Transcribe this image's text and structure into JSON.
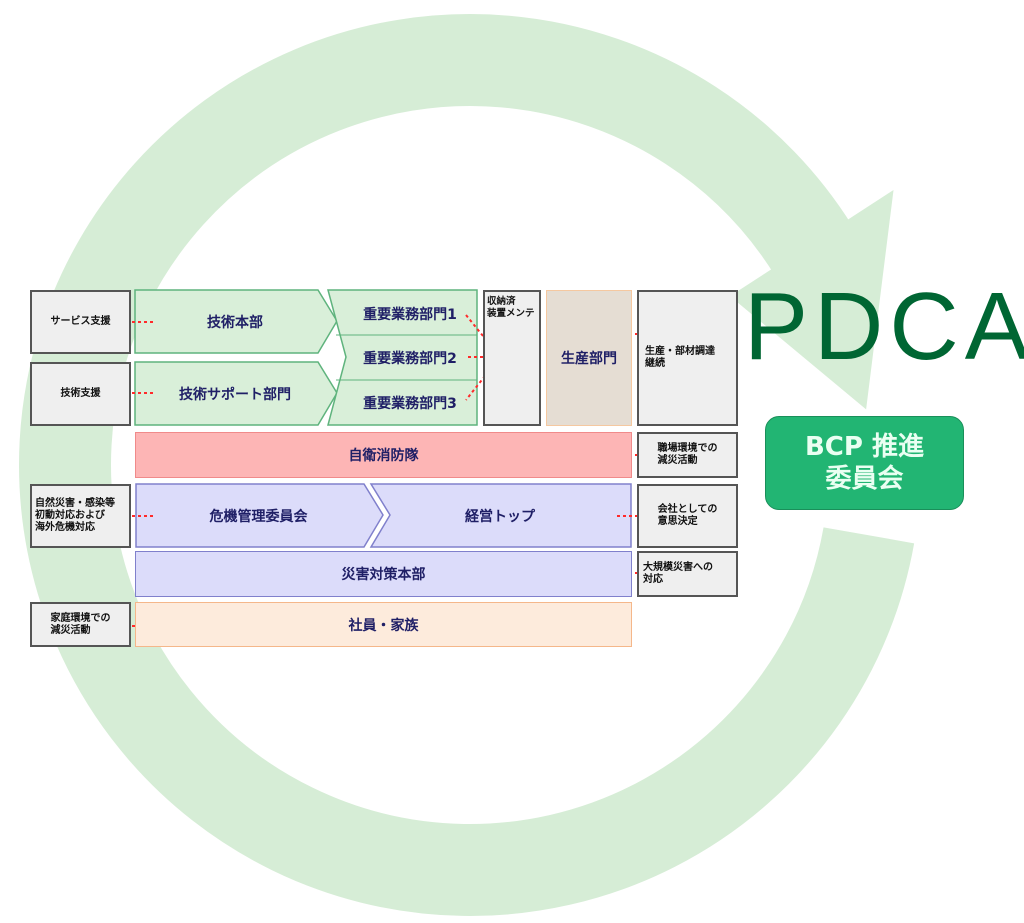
{
  "title": "PDCA",
  "committee": {
    "line1": "BCP 推進",
    "line2": "委員会"
  },
  "colors": {
    "ring": "#d6edd6",
    "pdca": "#006633",
    "committee": "#22b573",
    "green_box": "#d9efd9",
    "pink_box": "#fdb5b5",
    "lavender_box": "#dcdcfa",
    "peach_box": "#fdebdc",
    "beige_box": "#e5ddd3",
    "connector": "#ff2020"
  },
  "left_notes": [
    "サービス支援",
    "技術支援",
    "自然災害・感染等\n初動対応および\n海外危機対応",
    "家庭環境での\n減災活動"
  ],
  "departments": {
    "tech_hq": "技術本部",
    "tech_support": "技術サポート部門",
    "critical": [
      "重要業務部門1",
      "重要業務部門2",
      "重要業務部門3"
    ],
    "storage_maint": "収納済\n装置メンテ",
    "production": "生産部門",
    "fire_brigade": "自衛消防隊",
    "crisis_committee": "危機管理委員会",
    "top_management": "経営トップ",
    "disaster_hq": "災害対策本部",
    "employees": "社員・家族"
  },
  "right_notes": [
    "生産・部材調達\n継続",
    "職場環境での\n減災活動",
    "会社としての\n意思決定",
    "大規模災害への\n対応"
  ]
}
